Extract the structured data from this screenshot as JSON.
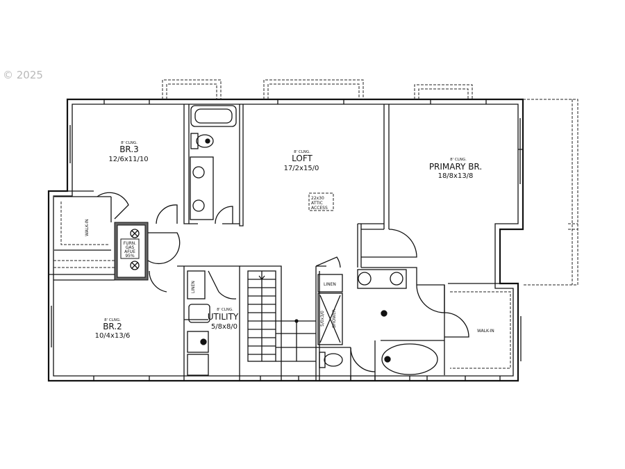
{
  "watermark": "© 2025",
  "rooms": {
    "br3": {
      "ceiling": "8' CLNG.",
      "name": "BR.3",
      "dims": "12/6x11/10"
    },
    "loft": {
      "ceiling": "8' CLNG.",
      "name": "LOFT",
      "dims": "17/2x15/0"
    },
    "primary": {
      "ceiling": "8' CLNG.",
      "name": "PRIMARY BR.",
      "dims": "18/8x13/8"
    },
    "br2": {
      "ceiling": "8' CLNG.",
      "name": "BR.2",
      "dims": "10/4x13/6"
    },
    "utility": {
      "ceiling": "8' CLNG.",
      "name": "UTILITY",
      "dims": "5/8x8/0"
    }
  },
  "labels": {
    "attic": [
      "22x30",
      "ATTIC",
      "ACCESS"
    ],
    "walkin_left": "WALK-IN",
    "walkin_right": "WALK-IN",
    "furnace": [
      "FURN.",
      "GAS",
      "AFUE",
      "95%"
    ],
    "linen_utility": "LINEN",
    "linen_bath": "LINEN",
    "shower_size": "5/0x3/0",
    "shower": "SHOWER"
  }
}
